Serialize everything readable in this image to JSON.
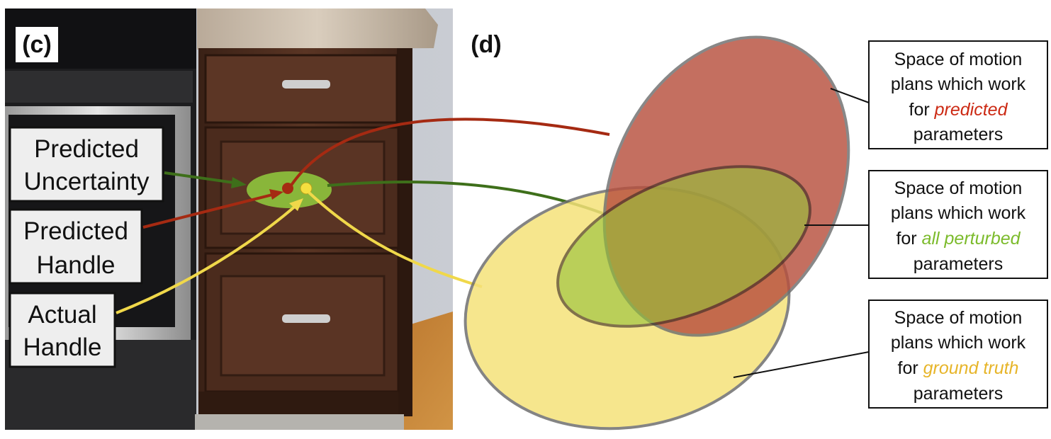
{
  "panel_c": {
    "label": "(c)",
    "callouts": [
      {
        "lines": [
          "Predicted",
          "Uncertainty"
        ]
      },
      {
        "lines": [
          "Predicted",
          "Handle"
        ]
      },
      {
        "lines": [
          "Actual",
          "Handle"
        ]
      }
    ]
  },
  "panel_d": {
    "label": "(d)",
    "boxes": [
      {
        "line1": "Space of motion",
        "line2": "plans which work",
        "line3_prefix": "for ",
        "emphasis": "predicted",
        "line4": "parameters",
        "emphasis_color": "#cc2a14"
      },
      {
        "line1": "Space of motion",
        "line2": "plans which work",
        "line3_prefix": "for ",
        "emphasis": "all perturbed",
        "line4": "parameters",
        "emphasis_color": "#7cbb2c"
      },
      {
        "line1": "Space of motion",
        "line2": "plans which work",
        "line3_prefix": "for ",
        "emphasis": "ground truth",
        "line4": "parameters",
        "emphasis_color": "#e7b52a"
      }
    ]
  },
  "colors": {
    "predicted": "#a52a12",
    "perturbed": "#4f7a1f",
    "actual": "#f0d84a",
    "predicted_region": "#b8503e",
    "ground_truth_region": "#f5e27a",
    "perturbed_region": "#96c23a"
  }
}
